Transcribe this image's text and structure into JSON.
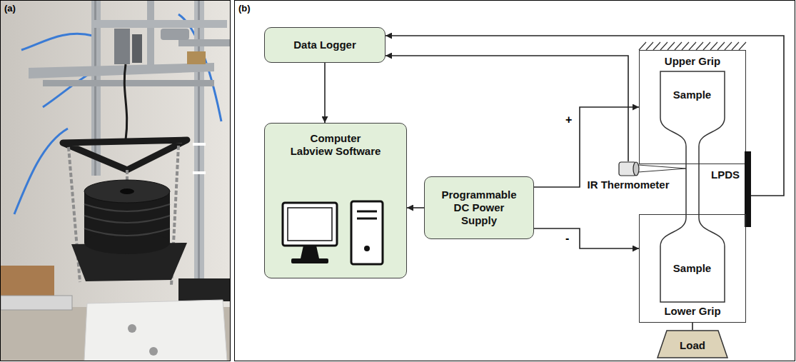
{
  "diagram": {
    "nodes": [
      {
        "text": [
          "Data Logger"
        ]
      },
      {
        "text": [
          "Computer Labview Software"
        ]
      },
      {
        "text": [
          "Programmable DC Power Supply"
        ]
      },
      {
        "text": [
          "Upper Grip"
        ]
      },
      {
        "text": [
          "Sample"
        ],
        "in": 3
      },
      {
        "text": [
          "IR Thermometer"
        ]
      },
      {
        "text": [
          "LPDS"
        ]
      },
      {
        "text": [
          "Lower Grip"
        ]
      },
      {
        "text": [
          "Sample"
        ],
        "in": 7
      },
      {
        "text": [
          "Load"
        ]
      }
    ],
    "edges": [
      {
        "from": 0,
        "to": 1,
        "arrow": "to"
      },
      {
        "from": 2,
        "to": 1,
        "arrow": "to"
      },
      {
        "from": 2,
        "to": 3,
        "label": "+",
        "arrow": "to"
      },
      {
        "from": 2,
        "to": 7,
        "label": "-",
        "arrow": "to"
      },
      {
        "from": 5,
        "to": 0,
        "arrow": "to"
      },
      {
        "from": 6,
        "to": 0,
        "arrow": "to"
      },
      {
        "from": 7,
        "to": 9,
        "arrow": "none"
      }
    ],
    "labels": [
      "(a)",
      "(b)"
    ]
  }
}
